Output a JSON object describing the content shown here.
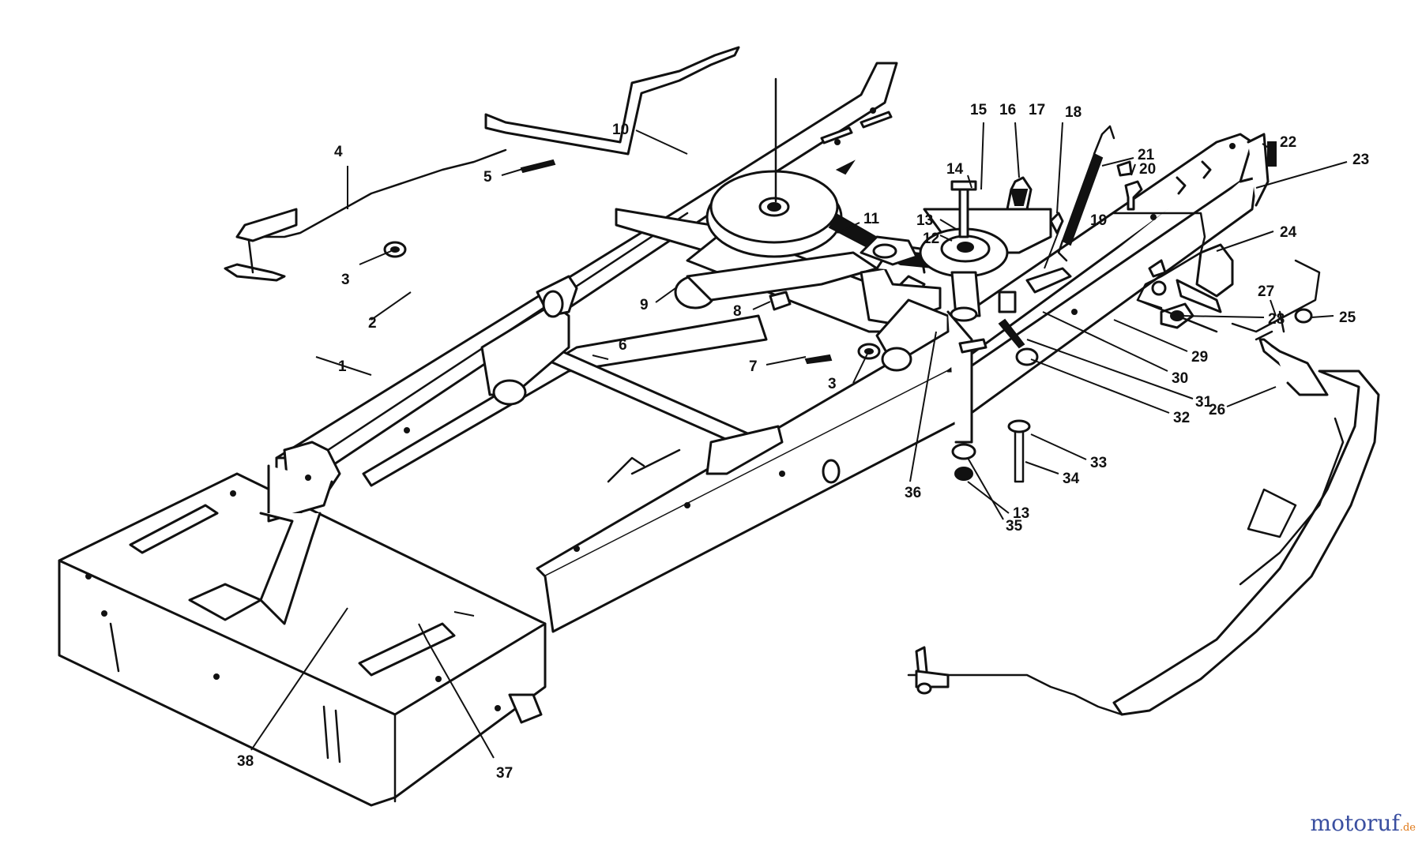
{
  "callouts": [
    "1",
    "2",
    "3",
    "3",
    "4",
    "5",
    "6",
    "7",
    "8",
    "9",
    "10",
    "11",
    "12",
    "13",
    "13",
    "14",
    "15",
    "16",
    "17",
    "18",
    "19",
    "20",
    "21",
    "22",
    "23",
    "24",
    "25",
    "26",
    "27",
    "28",
    "29",
    "30",
    "31",
    "32",
    "33",
    "34",
    "35",
    "36",
    "37",
    "38"
  ],
  "brand": {
    "name": "motoruf",
    "suffix": ".de"
  },
  "colors": {
    "ink": "#111111",
    "paper": "#ffffff",
    "brand_blue": "#3a4fa0",
    "brand_orange": "#e07a1a"
  }
}
